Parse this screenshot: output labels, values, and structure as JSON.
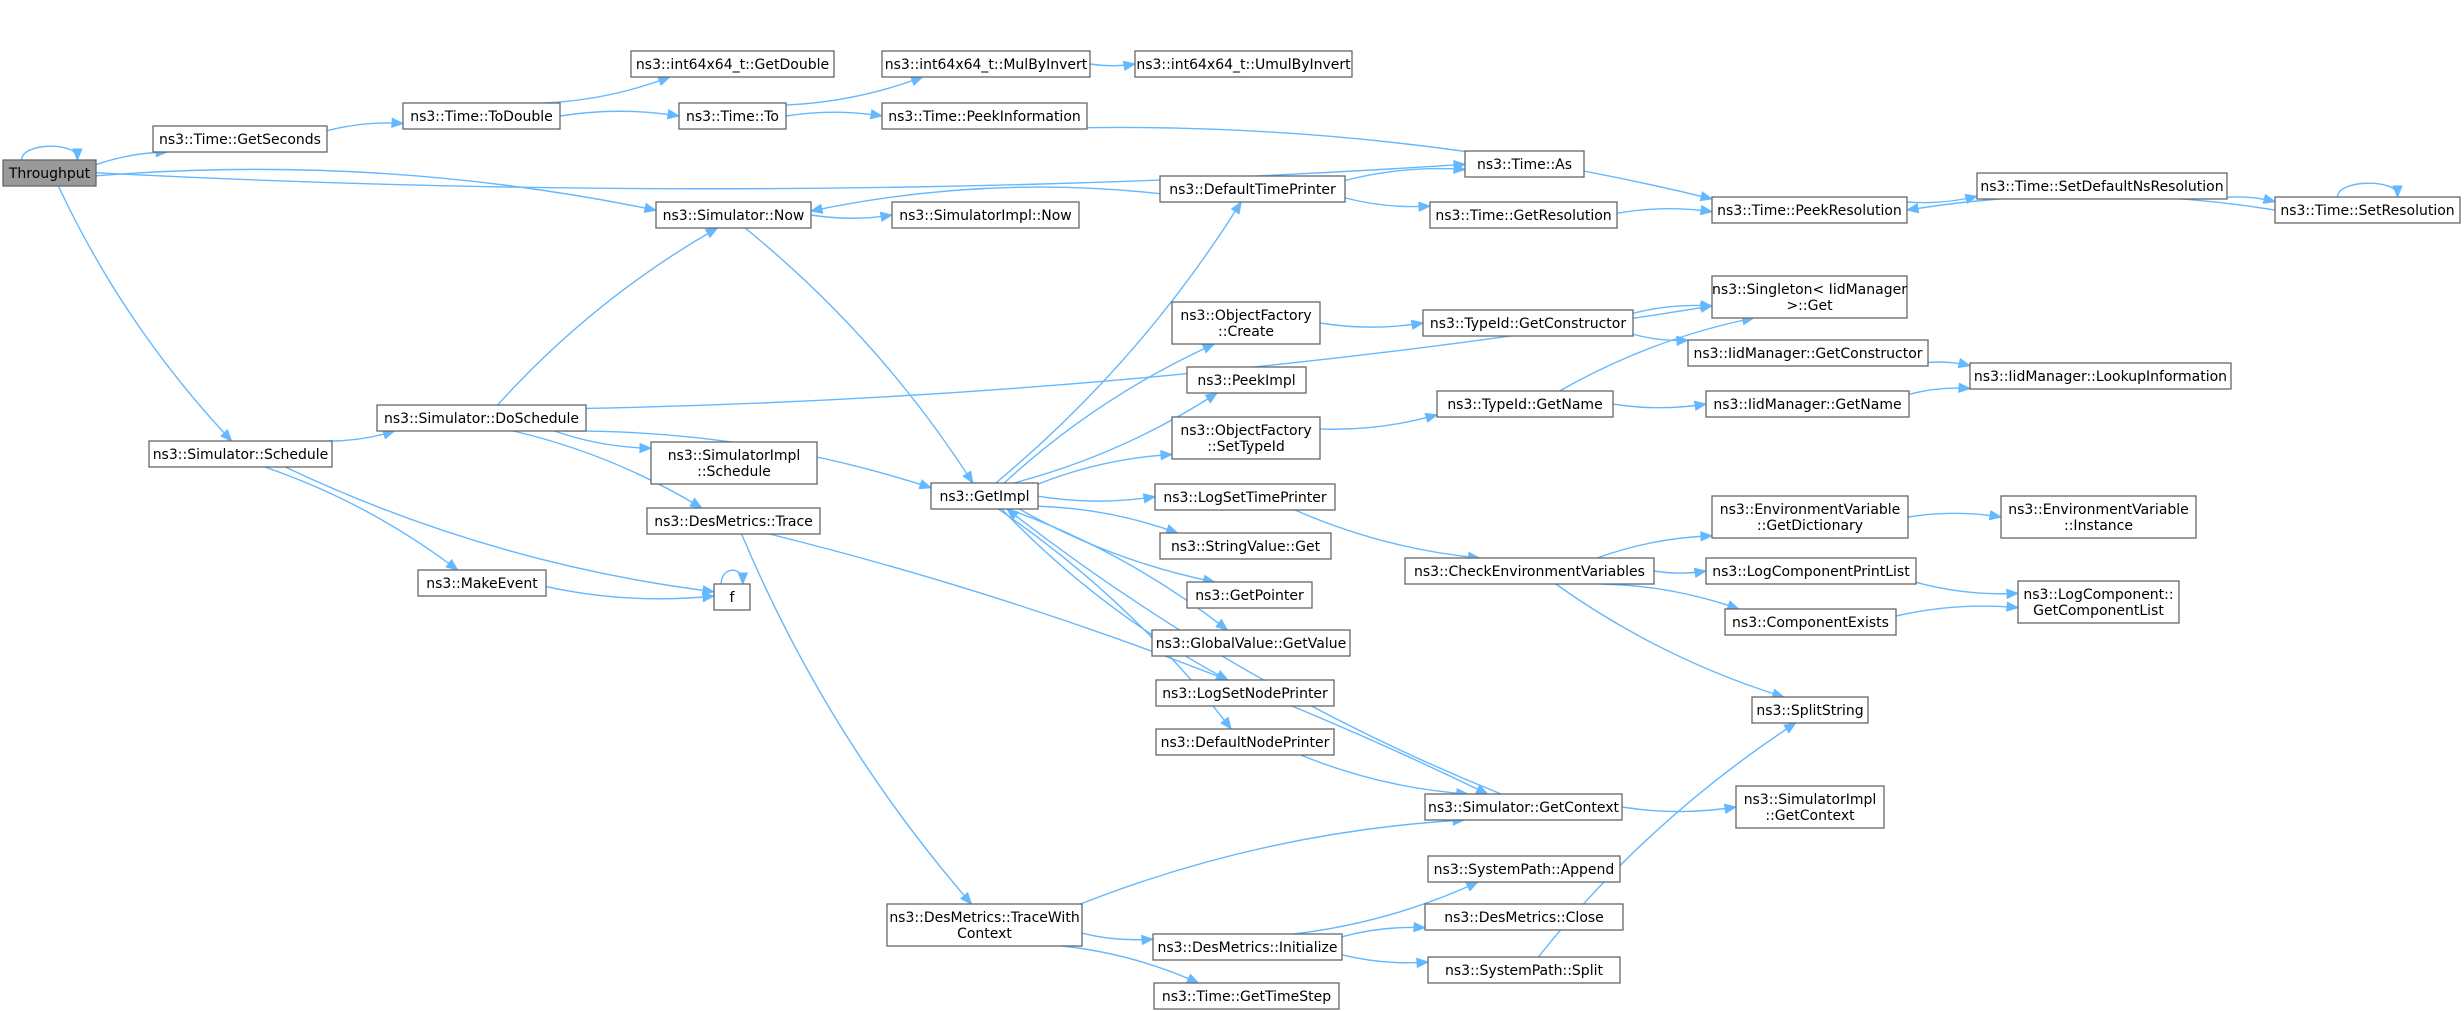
{
  "graph": {
    "colors": {
      "edge": "#63b8ff",
      "node_border": "#666666",
      "root_fill": "#999999",
      "node_fill": "#ffffff"
    },
    "nodes": [
      {
        "id": "throughput",
        "lines": [
          "Throughput"
        ],
        "root": true
      },
      {
        "id": "time_getseconds",
        "lines": [
          "ns3::Time::GetSeconds"
        ]
      },
      {
        "id": "time_todouble",
        "lines": [
          "ns3::Time::ToDouble"
        ]
      },
      {
        "id": "i64_getdouble",
        "lines": [
          "ns3::int64x64_t::GetDouble"
        ]
      },
      {
        "id": "time_to",
        "lines": [
          "ns3::Time::To"
        ]
      },
      {
        "id": "i64_mulbyinvert",
        "lines": [
          "ns3::int64x64_t::MulByInvert"
        ]
      },
      {
        "id": "i64_umulbyinvert",
        "lines": [
          "ns3::int64x64_t::UmulByInvert"
        ]
      },
      {
        "id": "time_peekinformation",
        "lines": [
          "ns3::Time::PeekInformation"
        ]
      },
      {
        "id": "sim_now",
        "lines": [
          "ns3::Simulator::Now"
        ]
      },
      {
        "id": "simimpl_now",
        "lines": [
          "ns3::SimulatorImpl::Now"
        ]
      },
      {
        "id": "default_time_printer",
        "lines": [
          "ns3::DefaultTimePrinter"
        ]
      },
      {
        "id": "time_as",
        "lines": [
          "ns3::Time::As"
        ]
      },
      {
        "id": "time_getresolution",
        "lines": [
          "ns3::Time::GetResolution"
        ]
      },
      {
        "id": "time_peekresolution",
        "lines": [
          "ns3::Time::PeekResolution"
        ]
      },
      {
        "id": "time_setdefaultns",
        "lines": [
          "ns3::Time::SetDefaultNsResolution"
        ]
      },
      {
        "id": "time_setresolution",
        "lines": [
          "ns3::Time::SetResolution"
        ]
      },
      {
        "id": "singleton_get",
        "lines": [
          "ns3::Singleton< IidManager",
          " >::Get"
        ]
      },
      {
        "id": "objfactory_create",
        "lines": [
          "ns3::ObjectFactory",
          "::Create"
        ]
      },
      {
        "id": "typeid_getconstructor",
        "lines": [
          "ns3::TypeId::GetConstructor"
        ]
      },
      {
        "id": "iidmanager_getconstructor",
        "lines": [
          "ns3::IidManager::GetConstructor"
        ]
      },
      {
        "id": "iidmanager_lookupinformation",
        "lines": [
          "ns3::IidManager::LookupInformation"
        ]
      },
      {
        "id": "peekimpl",
        "lines": [
          "ns3::PeekImpl"
        ]
      },
      {
        "id": "objfactory_settypeid",
        "lines": [
          "ns3::ObjectFactory",
          "::SetTypeId"
        ]
      },
      {
        "id": "typeid_getname",
        "lines": [
          "ns3::TypeId::GetName"
        ]
      },
      {
        "id": "iidmanager_getname",
        "lines": [
          "ns3::IidManager::GetName"
        ]
      },
      {
        "id": "sim_schedule",
        "lines": [
          "ns3::Simulator::Schedule"
        ]
      },
      {
        "id": "sim_doschedule",
        "lines": [
          "ns3::Simulator::DoSchedule"
        ]
      },
      {
        "id": "simimpl_schedule",
        "lines": [
          "ns3::SimulatorImpl",
          "::Schedule"
        ]
      },
      {
        "id": "getimpl",
        "lines": [
          "ns3::GetImpl"
        ]
      },
      {
        "id": "logsettimeprinter",
        "lines": [
          "ns3::LogSetTimePrinter"
        ]
      },
      {
        "id": "desmetrics_trace",
        "lines": [
          "ns3::DesMetrics::Trace"
        ]
      },
      {
        "id": "stringvalue_get",
        "lines": [
          "ns3::StringValue::Get"
        ]
      },
      {
        "id": "checkenvvars",
        "lines": [
          "ns3::CheckEnvironmentVariables"
        ]
      },
      {
        "id": "envvar_getdictionary",
        "lines": [
          "ns3::EnvironmentVariable",
          "::GetDictionary"
        ]
      },
      {
        "id": "envvar_instance",
        "lines": [
          "ns3::EnvironmentVariable",
          "::Instance"
        ]
      },
      {
        "id": "logcomponentprintlist",
        "lines": [
          "ns3::LogComponentPrintList"
        ]
      },
      {
        "id": "makeevent",
        "lines": [
          "ns3::MakeEvent"
        ]
      },
      {
        "id": "f",
        "lines": [
          "f"
        ]
      },
      {
        "id": "getpointer",
        "lines": [
          "ns3::GetPointer"
        ]
      },
      {
        "id": "componentexists",
        "lines": [
          "ns3::ComponentExists"
        ]
      },
      {
        "id": "logcomponent_getlist",
        "lines": [
          "ns3::LogComponent::",
          "GetComponentList"
        ]
      },
      {
        "id": "globalvalue_getvalue",
        "lines": [
          "ns3::GlobalValue::GetValue"
        ]
      },
      {
        "id": "logsetnodeprinter",
        "lines": [
          "ns3::LogSetNodePrinter"
        ]
      },
      {
        "id": "splitstring",
        "lines": [
          "ns3::SplitString"
        ]
      },
      {
        "id": "defaultnodeprinter",
        "lines": [
          "ns3::DefaultNodePrinter"
        ]
      },
      {
        "id": "sim_getcontext",
        "lines": [
          "ns3::Simulator::GetContext"
        ]
      },
      {
        "id": "simimpl_getcontext",
        "lines": [
          "ns3::SimulatorImpl",
          "::GetContext"
        ]
      },
      {
        "id": "systempath_append",
        "lines": [
          "ns3::SystemPath::Append"
        ]
      },
      {
        "id": "desmetrics_tracewithcontext",
        "lines": [
          "ns3::DesMetrics::TraceWith",
          "Context"
        ]
      },
      {
        "id": "desmetrics_initialize",
        "lines": [
          "ns3::DesMetrics::Initialize"
        ]
      },
      {
        "id": "desmetrics_close",
        "lines": [
          "ns3::DesMetrics::Close"
        ]
      },
      {
        "id": "systempath_split",
        "lines": [
          "ns3::SystemPath::Split"
        ]
      },
      {
        "id": "time_gettimestep",
        "lines": [
          "ns3::Time::GetTimeStep"
        ]
      }
    ],
    "edges": [
      [
        "throughput",
        "throughput"
      ],
      [
        "throughput",
        "time_getseconds"
      ],
      [
        "throughput",
        "time_as"
      ],
      [
        "throughput",
        "sim_now"
      ],
      [
        "throughput",
        "sim_schedule"
      ],
      [
        "time_getseconds",
        "time_todouble"
      ],
      [
        "time_todouble",
        "i64_getdouble"
      ],
      [
        "time_todouble",
        "time_to"
      ],
      [
        "time_to",
        "i64_mulbyinvert"
      ],
      [
        "time_to",
        "time_peekinformation"
      ],
      [
        "i64_mulbyinvert",
        "i64_umulbyinvert"
      ],
      [
        "time_peekinformation",
        "time_peekresolution"
      ],
      [
        "sim_now",
        "simimpl_now"
      ],
      [
        "sim_now",
        "getimpl"
      ],
      [
        "default_time_printer",
        "sim_now"
      ],
      [
        "default_time_printer",
        "time_as"
      ],
      [
        "default_time_printer",
        "time_getresolution"
      ],
      [
        "time_getresolution",
        "time_peekresolution"
      ],
      [
        "time_peekresolution",
        "time_setdefaultns"
      ],
      [
        "time_setdefaultns",
        "time_setresolution"
      ],
      [
        "time_setresolution",
        "time_peekresolution"
      ],
      [
        "time_setresolution",
        "time_setresolution"
      ],
      [
        "sim_schedule",
        "sim_doschedule"
      ],
      [
        "sim_schedule",
        "makeevent"
      ],
      [
        "sim_schedule",
        "f"
      ],
      [
        "sim_doschedule",
        "sim_now"
      ],
      [
        "sim_doschedule",
        "singleton_get"
      ],
      [
        "sim_doschedule",
        "getimpl"
      ],
      [
        "sim_doschedule",
        "simimpl_schedule"
      ],
      [
        "sim_doschedule",
        "desmetrics_trace"
      ],
      [
        "makeevent",
        "f"
      ],
      [
        "f",
        "f"
      ],
      [
        "getimpl",
        "default_time_printer"
      ],
      [
        "getimpl",
        "objfactory_create"
      ],
      [
        "getimpl",
        "peekimpl"
      ],
      [
        "getimpl",
        "objfactory_settypeid"
      ],
      [
        "getimpl",
        "logsettimeprinter"
      ],
      [
        "getimpl",
        "stringvalue_get"
      ],
      [
        "getimpl",
        "getpointer"
      ],
      [
        "getimpl",
        "globalvalue_getvalue"
      ],
      [
        "getimpl",
        "logsetnodeprinter"
      ],
      [
        "getimpl",
        "defaultnodeprinter"
      ],
      [
        "objfactory_create",
        "typeid_getconstructor"
      ],
      [
        "typeid_getconstructor",
        "singleton_get"
      ],
      [
        "typeid_getconstructor",
        "iidmanager_getconstructor"
      ],
      [
        "iidmanager_getconstructor",
        "iidmanager_lookupinformation"
      ],
      [
        "objfactory_settypeid",
        "typeid_getname"
      ],
      [
        "typeid_getname",
        "singleton_get"
      ],
      [
        "typeid_getname",
        "iidmanager_getname"
      ],
      [
        "iidmanager_getname",
        "iidmanager_lookupinformation"
      ],
      [
        "logsettimeprinter",
        "checkenvvars"
      ],
      [
        "checkenvvars",
        "envvar_getdictionary"
      ],
      [
        "checkenvvars",
        "logcomponentprintlist"
      ],
      [
        "checkenvvars",
        "componentexists"
      ],
      [
        "checkenvvars",
        "splitstring"
      ],
      [
        "envvar_getdictionary",
        "envvar_instance"
      ],
      [
        "logcomponentprintlist",
        "logcomponent_getlist"
      ],
      [
        "componentexists",
        "logcomponent_getlist"
      ],
      [
        "defaultnodeprinter",
        "sim_getcontext"
      ],
      [
        "sim_getcontext",
        "getimpl"
      ],
      [
        "sim_getcontext",
        "simimpl_getcontext"
      ],
      [
        "desmetrics_trace",
        "sim_getcontext"
      ],
      [
        "desmetrics_trace",
        "desmetrics_tracewithcontext"
      ],
      [
        "desmetrics_tracewithcontext",
        "sim_getcontext"
      ],
      [
        "desmetrics_tracewithcontext",
        "desmetrics_initialize"
      ],
      [
        "desmetrics_tracewithcontext",
        "time_gettimestep"
      ],
      [
        "desmetrics_initialize",
        "systempath_append"
      ],
      [
        "desmetrics_initialize",
        "desmetrics_close"
      ],
      [
        "desmetrics_initialize",
        "systempath_split"
      ],
      [
        "systempath_split",
        "splitstring"
      ]
    ]
  }
}
